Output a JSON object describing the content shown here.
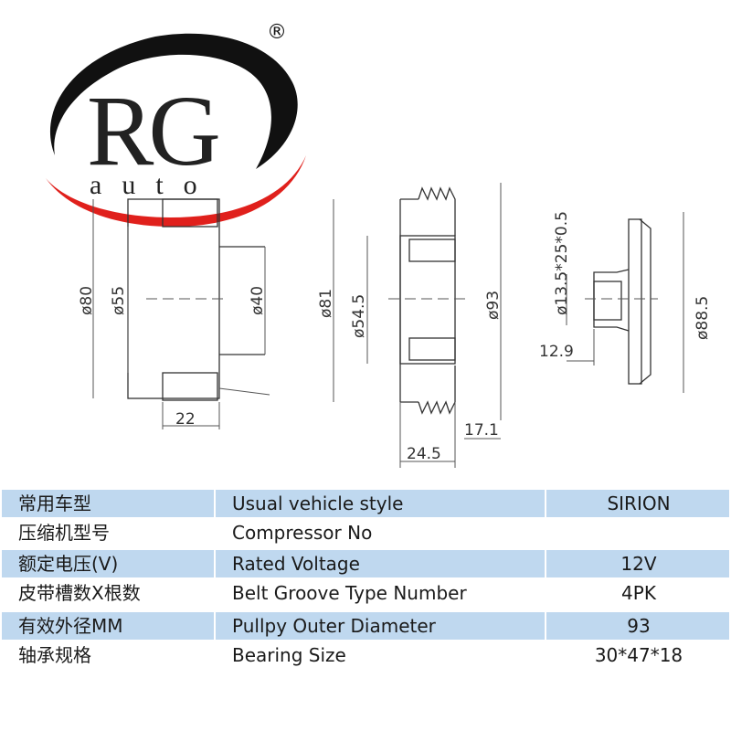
{
  "brand": {
    "letters": "RG",
    "subtext": "auto",
    "registered": "®"
  },
  "dimensions": {
    "view1": {
      "outer": "ø80",
      "inner": "ø55",
      "shaft": "ø40",
      "width": "22"
    },
    "view2": {
      "outer": "ø81",
      "inner": "ø54.5",
      "pulley": "ø93",
      "width": "24.5",
      "offset": "17.1"
    },
    "view3": {
      "hub": "ø13.5*25*0.5",
      "plate": "ø88.5",
      "depth": "12.9"
    }
  },
  "specs": {
    "rows": [
      {
        "cn": "常用车型",
        "en": "Usual vehicle style",
        "value": "SIRION"
      },
      {
        "cn": "压缩机型号",
        "en": "Compressor No",
        "value": ""
      },
      {
        "cn": "额定电压(V)",
        "en": "Rated Voltage",
        "value": "12V"
      },
      {
        "cn": "皮带槽数X根数",
        "en": "Belt Groove Type Number",
        "value": "4PK"
      },
      {
        "cn": "有效外径MM",
        "en": "Pullpy Outer Diameter",
        "value": "93"
      },
      {
        "cn": "轴承规格",
        "en": "Bearing Size",
        "value": "30*47*18"
      }
    ]
  },
  "colors": {
    "row_highlight": "#bfd8ef",
    "logo_swoosh": "#e0201c"
  }
}
